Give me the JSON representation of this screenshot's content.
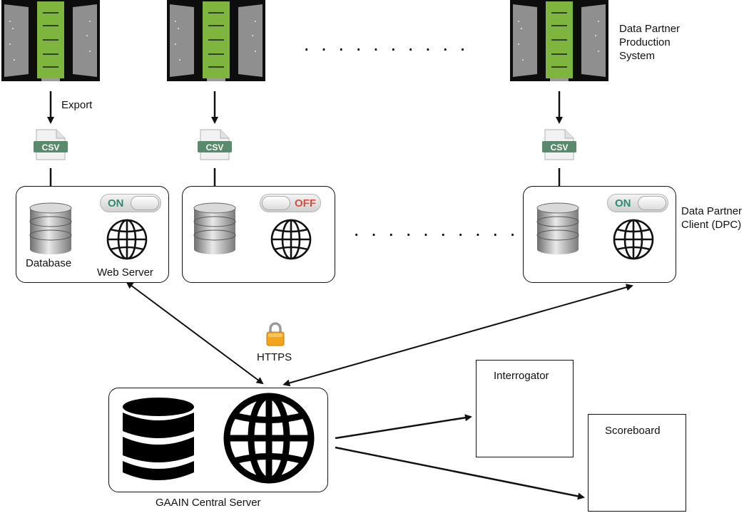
{
  "production_label": "Data Partner\nProduction\nSystem",
  "export_label": "Export",
  "csv_label": "CSV",
  "client_label": "Data Partner\nClient (DPC)",
  "database_label": "Database",
  "web_server_label": "Web Server",
  "toggle_on": "ON",
  "toggle_off": "OFF",
  "https_label": "HTTPS",
  "central_label": "GAAIN Central Server",
  "interrogator_label": "Interrogator",
  "scoreboard_label": "Scoreboard",
  "colors": {
    "server_accent": "#7db53f",
    "server_body": "#8f8f8f",
    "toggle_on": "#2f8a72",
    "toggle_off": "#e0493a",
    "csv_band": "#5a8a6c",
    "lock": "#f2a51c"
  },
  "icons": [
    "server-rack-icon",
    "csv-file-icon",
    "database-icon",
    "globe-icon",
    "lock-icon",
    "toggle-switch-icon"
  ]
}
